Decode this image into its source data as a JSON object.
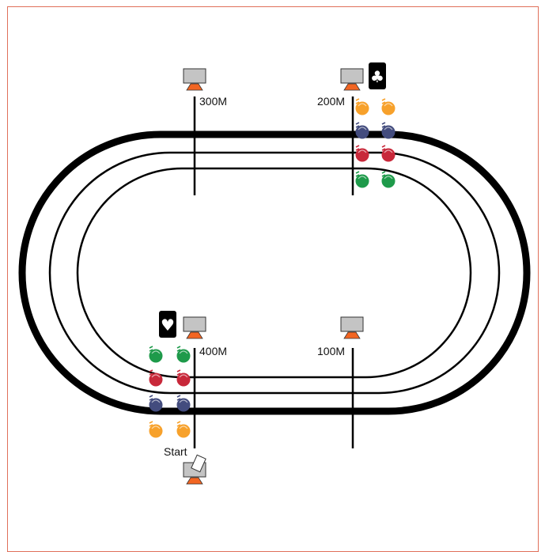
{
  "colors": {
    "frame": "#e0705a",
    "track": "#000000",
    "monitor_screen": "#c4c4c4",
    "monitor_stand": "#f26522",
    "runner_orange": "#f7a12b",
    "runner_blue": "#434c7e",
    "runner_red": "#c8283a",
    "runner_green": "#1e9a4a"
  },
  "markers": {
    "m300": {
      "label": "300M"
    },
    "m200": {
      "label": "200M"
    },
    "m400": {
      "label": "400M"
    },
    "m100": {
      "label": "100M"
    },
    "start": {
      "label": "Start"
    }
  },
  "cards": {
    "clubs": {
      "suit": "clubs",
      "glyph": "♣"
    },
    "hearts": {
      "suit": "hearts",
      "glyph": "♥"
    }
  },
  "icons": {
    "monitor": "computer-monitor-icon",
    "runner": "runner-icon",
    "paper": "paper-sheet-icon"
  },
  "runner_groups": {
    "top": [
      "orange",
      "blue",
      "red",
      "green"
    ],
    "bottom": [
      "green",
      "red",
      "blue",
      "orange"
    ]
  }
}
